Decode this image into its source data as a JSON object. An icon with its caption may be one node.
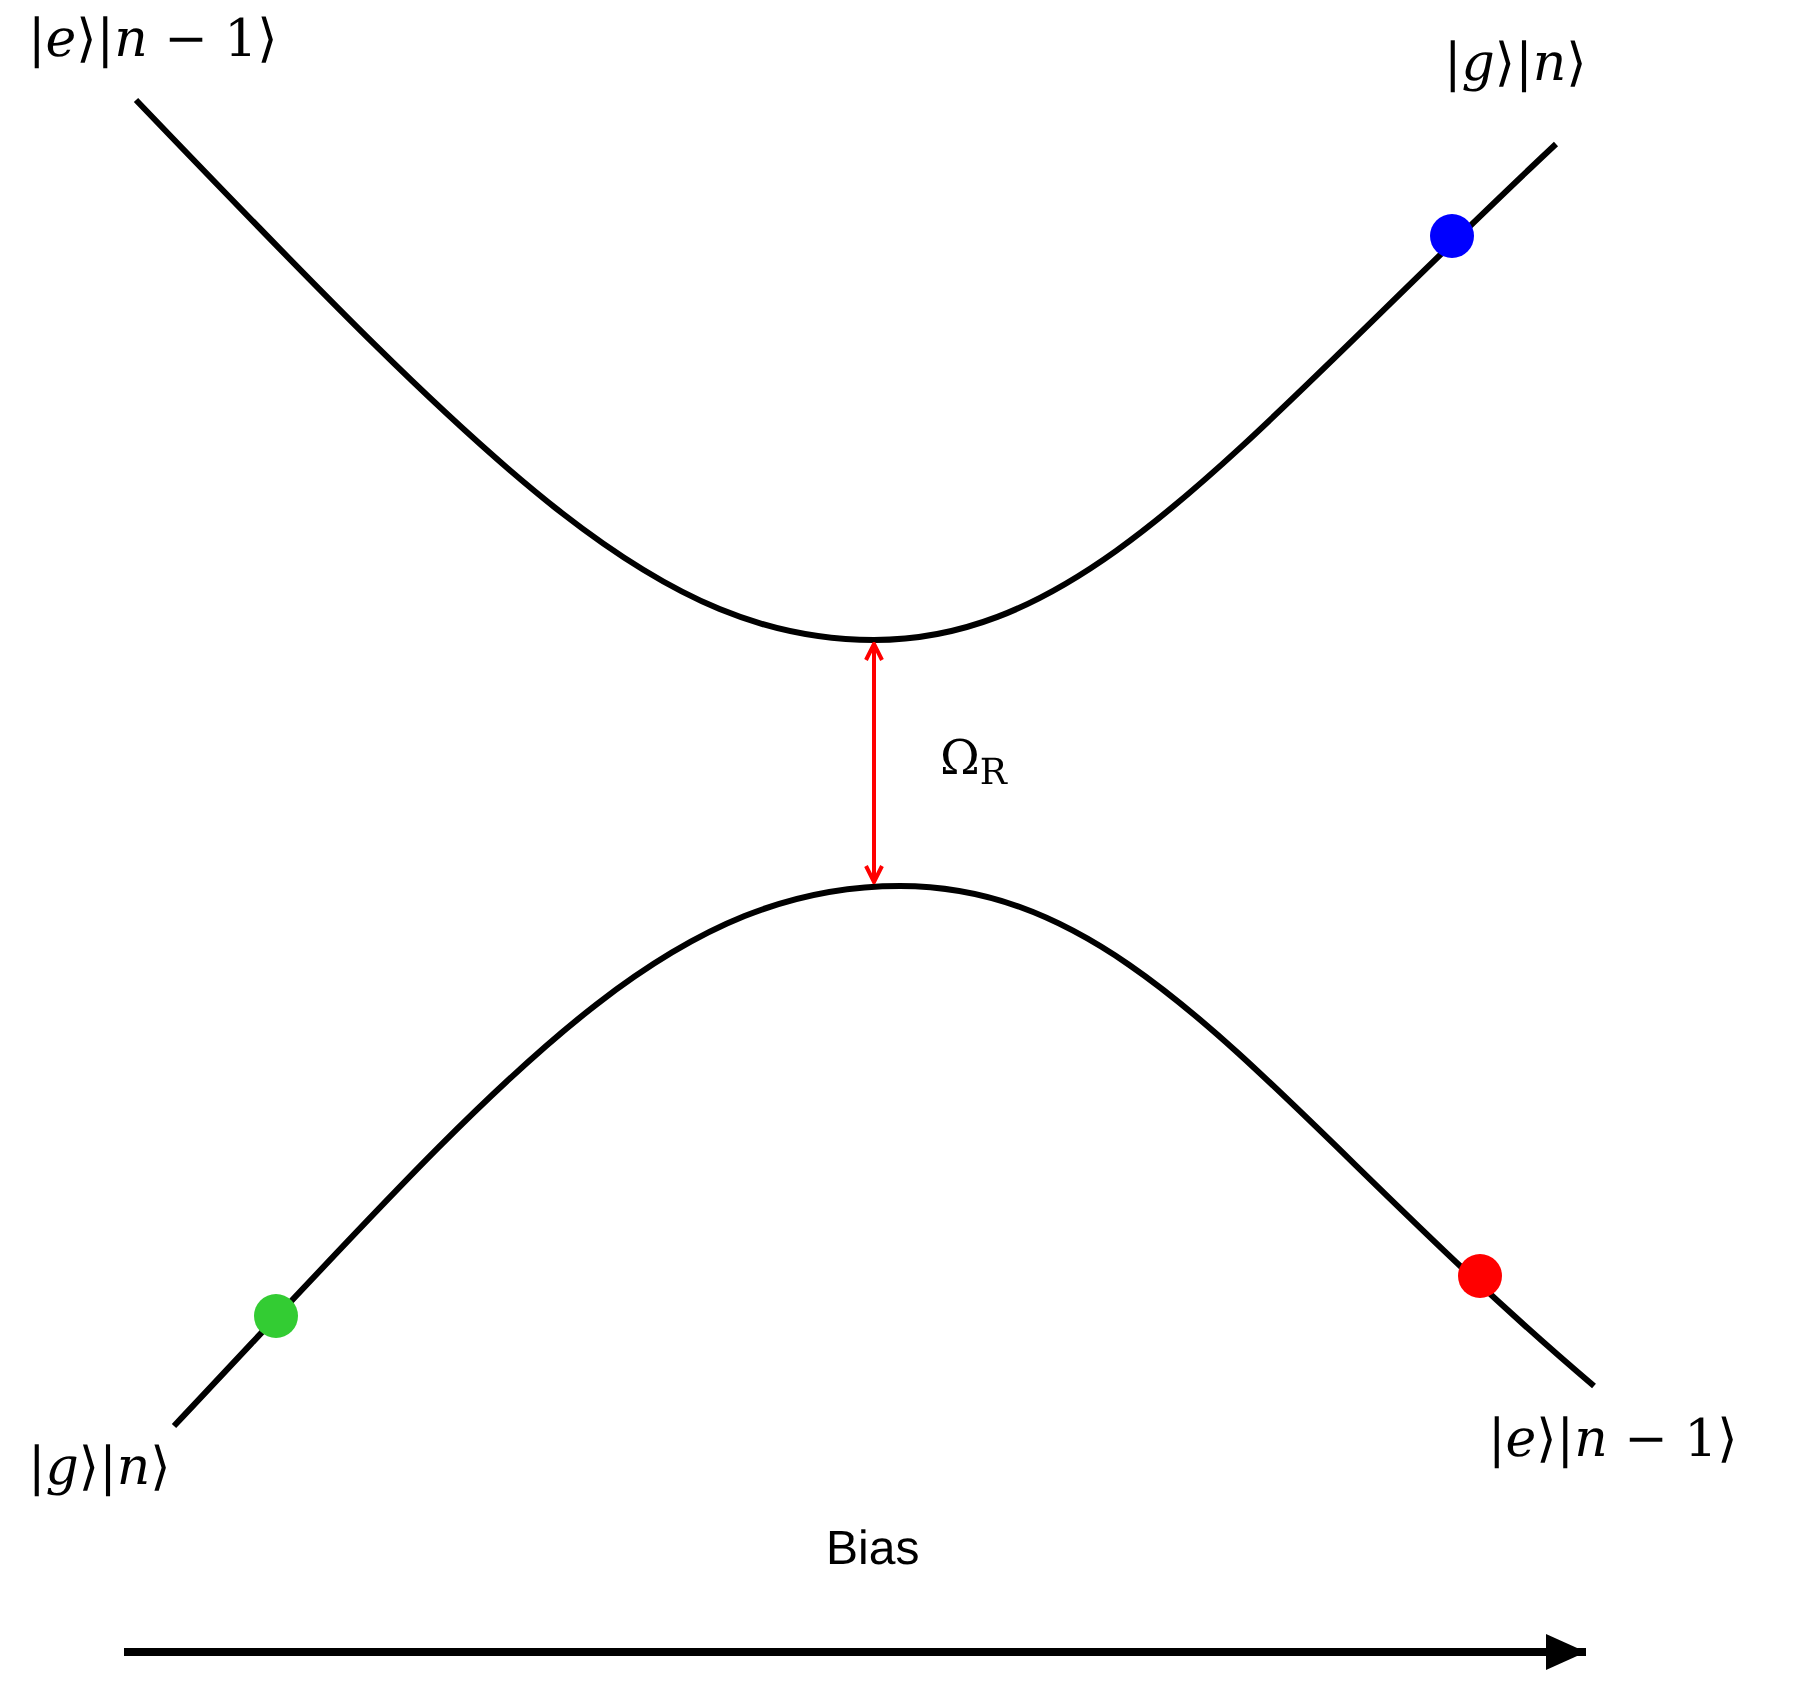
{
  "diagram": {
    "labels": [
      "|*e*⟩|*n* − 1⟩",
      "|*g*⟩|*n*⟩",
      "Ω$_{R}$",
      "|*g*⟩|*n*⟩",
      "|*e*⟩|*n* − 1⟩",
      "Bias"
    ]
  }
}
